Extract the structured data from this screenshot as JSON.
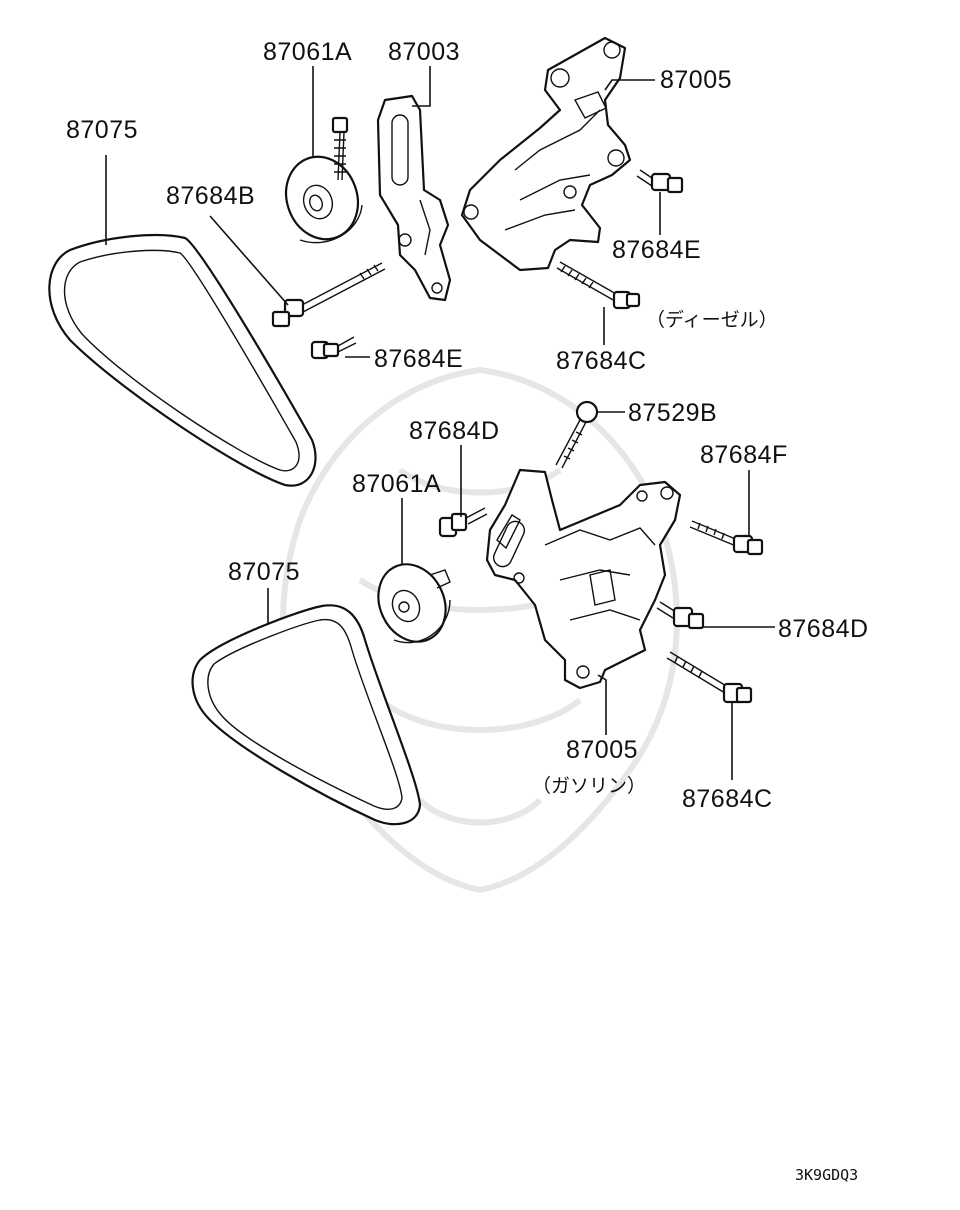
{
  "upper_assembly": {
    "labels": {
      "belt": "87075",
      "pulley": "87061A",
      "tensioner_bracket": "87003",
      "main_bracket": "87005",
      "bolt_b": "87684B",
      "bolt_e_left": "87684E",
      "bolt_e_right": "87684E",
      "bolt_c": "87684C"
    },
    "variant_note": "（ディーゼル）"
  },
  "lower_assembly": {
    "labels": {
      "belt": "87075",
      "pulley": "87061A",
      "bracket": "87005",
      "bolt_d_top": "87684D",
      "bolt_d_right": "87684D",
      "bolt_f": "87684F",
      "bolt_529b": "87529B",
      "bolt_c": "87684C"
    },
    "variant_note": "（ガソリン）"
  },
  "diagram_code": "3K9GDQ3"
}
